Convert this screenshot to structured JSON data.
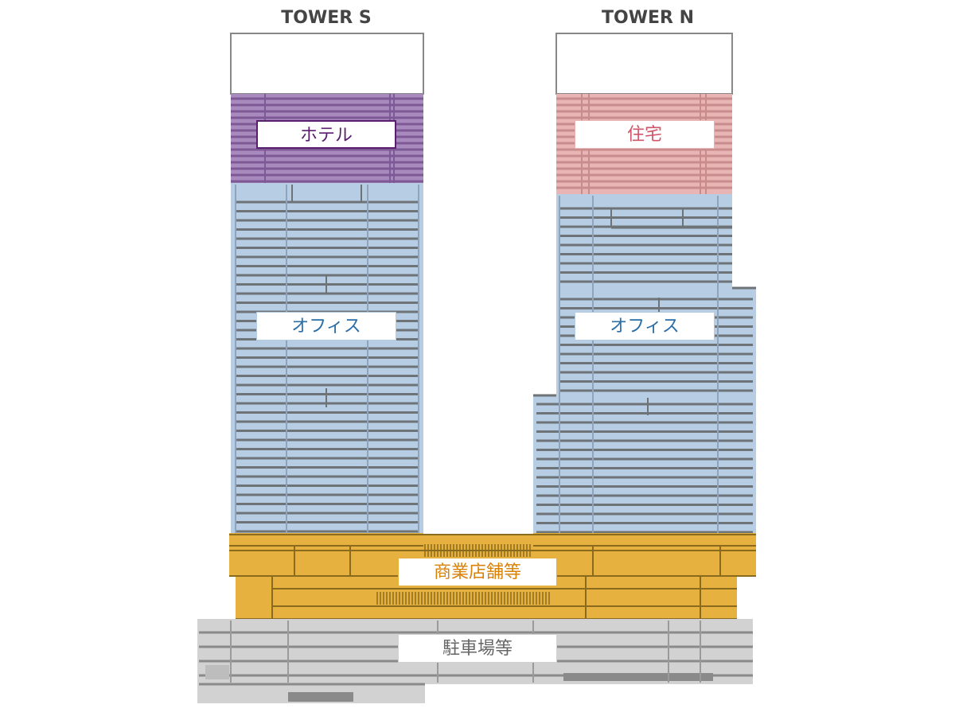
{
  "towers": {
    "south": {
      "title": "TOWER S"
    },
    "north": {
      "title": "TOWER N"
    }
  },
  "labels": {
    "hotel": "ホテル",
    "residence": "住宅",
    "office_s": "オフィス",
    "office_n": "オフィス",
    "retail": "商業店舗等",
    "parking": "駐車場等"
  },
  "colors": {
    "hotel": "#a98abf",
    "hotel_text": "#5a1e6e",
    "residence": "#e8b4b4",
    "residence_text": "#d0566a",
    "office": "#b7cde3",
    "office_text": "#2a6ea8",
    "retail": "#e6b13e",
    "retail_text": "#d9820a",
    "parking": "#d2d2d2",
    "parking_text": "#666666",
    "line": "#6e7378",
    "crown": "#ffffff"
  }
}
